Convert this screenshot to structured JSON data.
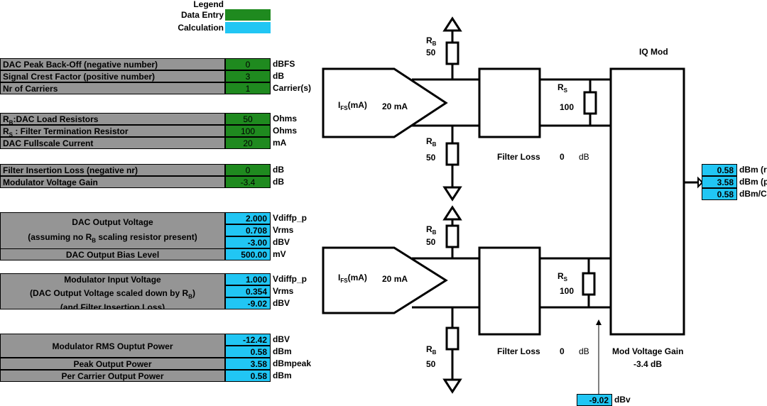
{
  "legend": {
    "title": "Legend",
    "data_entry": "Data Entry",
    "calculation": "Calculation",
    "colors": {
      "data_entry": "#1f8a1f",
      "calculation": "#21c6f4",
      "label": "#959595"
    }
  },
  "inputs": [
    {
      "label": "DAC Peak Back-Off (negative number)",
      "value": "0",
      "unit": "dBFS"
    },
    {
      "label": "Signal Crest Factor (positive number)",
      "value": "3",
      "unit": "dB"
    },
    {
      "label": "Nr of Carriers",
      "value": "1",
      "unit": "Carrier(s)"
    },
    {
      "label_sub": "B",
      "label_pre": "R",
      "label_post": ":DAC Load Resistors",
      "value": "50",
      "unit": "Ohms"
    },
    {
      "label_sub": "S",
      "label_pre": "R",
      "label_post": " : Filter Termination Resistor",
      "value": "100",
      "unit": "Ohms"
    },
    {
      "label": "DAC Fullscale Current",
      "value": "20",
      "unit": "mA"
    },
    {
      "label": "Filter Insertion Loss (negative nr)",
      "value": "0",
      "unit": "dB"
    },
    {
      "label": "Modulator Voltage Gain",
      "value": "-3.4",
      "unit": "dB"
    }
  ],
  "dac_output": {
    "title": "DAC Output Voltage",
    "subtitle_pre": "(assuming no R",
    "subtitle_sub": "B",
    "subtitle_post": " scaling resistor present)",
    "rows": [
      {
        "value": "2.000",
        "unit": "Vdiffp_p"
      },
      {
        "value": "0.708",
        "unit": "Vrms"
      },
      {
        "value": "-3.00",
        "unit": "dBV"
      }
    ],
    "bias_label": "DAC Output Bias Level",
    "bias_value": "500.00",
    "bias_unit": "mV"
  },
  "mod_input": {
    "title": "Modulator Input Voltage",
    "subtitle_pre": "(DAC Output Voltage scaled down by R",
    "subtitle_sub": "B",
    "subtitle_post": ")",
    "subtitle2": "(and Filter Insertion Loss)",
    "rows": [
      {
        "value": "1.000",
        "unit": "Vdiffp_p"
      },
      {
        "value": "0.354",
        "unit": "Vrms"
      },
      {
        "value": "-9.02",
        "unit": "dBV"
      }
    ]
  },
  "mod_power": {
    "title": "Modulator RMS Ouptut Power",
    "rows": [
      {
        "value": "-12.42",
        "unit": "dBV"
      },
      {
        "value": "0.58",
        "unit": "dBm"
      }
    ],
    "peak_label": "Peak Output Power",
    "peak_value": "3.58",
    "peak_unit": "dBmpeak",
    "carrier_label": "Per Carrier Output Power",
    "carrier_value": "0.58",
    "carrier_unit": "dBm"
  },
  "diagram": {
    "rb_label": "R",
    "rb_sub": "B",
    "rb_value": "50",
    "rs_label": "R",
    "rs_sub": "S",
    "rs_value": "100",
    "ifs_label": "I",
    "ifs_sub": "FS",
    "ifs_unit": "(mA)",
    "ifs_value": "20",
    "ifs_value_unit": "mA",
    "filter_loss_label": "Filter Loss",
    "filter_loss_value": "0",
    "filter_loss_unit": "dB",
    "iq_mod_label": "IQ Mod",
    "mod_gain_label": "Mod Voltage Gain",
    "mod_gain_value": "-3.4",
    "mod_gain_unit": "dB",
    "bottom_value": "-9.02",
    "bottom_unit": "dBv",
    "output_rows": [
      {
        "value": "0.58",
        "unit": "dBm (r"
      },
      {
        "value": "3.58",
        "unit": "dBm (p"
      },
      {
        "value": "0.58",
        "unit": "dBm/C"
      }
    ]
  }
}
